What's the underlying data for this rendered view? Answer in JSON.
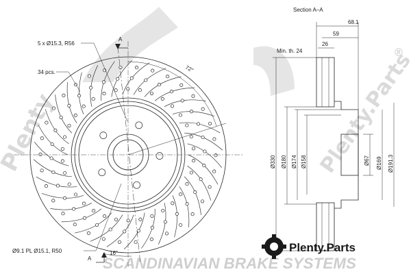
{
  "watermark": {
    "brand_line": "SCANDINAVIAN BRAKE SYSTEMS",
    "site_left": "Plenty",
    "site_right": "Plenty.Parts",
    "registered_mark": "®"
  },
  "front_view": {
    "bolt_holes_label": "5 x Ø15.3, R56",
    "drill_count_label": "34 pcs.",
    "pattern_label": "Ø9.1 PL Ø15.1, R50",
    "section_marker_top": "A",
    "section_marker_bottom": "A",
    "angle_top": "72°",
    "angle_bottom": "16°"
  },
  "section_view": {
    "title": "Section A–A",
    "dim_overall_width": "68.1",
    "dim_hat_width": "59",
    "dim_inner": "26",
    "min_thickness_label": "Min. th. 24",
    "dim_outer_diameter": "Ø330",
    "dim_d180": "Ø180",
    "dim_d174": "Ø174",
    "dim_d158": "Ø158",
    "dim_d67": "Ø67",
    "dim_d169": "Ø169",
    "dim_d191": "Ø191.3"
  },
  "footer": {
    "logo_text": "Plenty.Parts"
  }
}
